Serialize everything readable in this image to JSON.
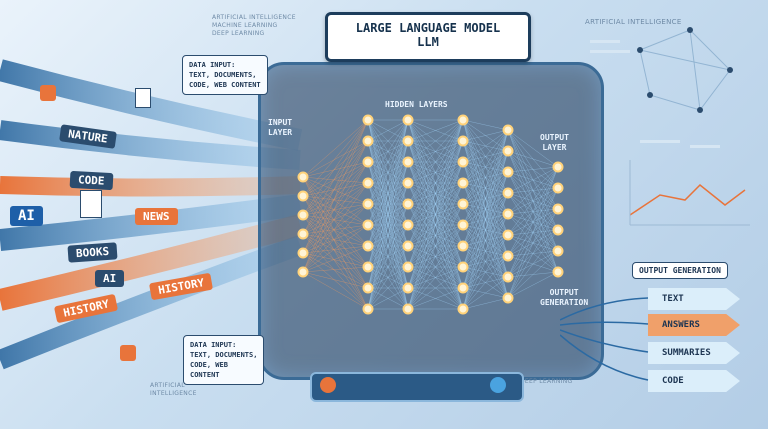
{
  "title": {
    "line1": "LARGE LANGUAGE MODEL",
    "line2": "LLM"
  },
  "captions": {
    "top_small": [
      "ARTIFICIAL INTELLIGENCE",
      "MACHINE LEARNING",
      "DEEP LEARNING"
    ],
    "top_right": "ARTIFICIAL INTELLIGENCE",
    "bottom_left": [
      "ARTIFICIAL",
      "INTELLIGENCE"
    ],
    "bottom_right": "DEEP LEARNING"
  },
  "data_input_top": {
    "heading": "DATA INPUT:",
    "body": [
      "TEXT, DOCUMENTS,",
      "CODE, WEB CONTENT"
    ]
  },
  "data_input_bottom": {
    "heading": "DATA INPUT:",
    "body": [
      "TEXT, DOCUMENTS,",
      "CODE, WEB",
      "CONTENT"
    ]
  },
  "layers": {
    "input": [
      "INPUT",
      "LAYER"
    ],
    "hidden": "HIDDEN LAYERS",
    "output": [
      "OUTPUT",
      "LAYER"
    ],
    "output_generation": [
      "OUTPUT",
      "GENERATION"
    ]
  },
  "input_streams": [
    {
      "label": "NATURE",
      "color": "#2b4c6e"
    },
    {
      "label": "CODE",
      "color": "#2b4c6e"
    },
    {
      "label": "AI",
      "color": "#1e5fa8"
    },
    {
      "label": "NEWS",
      "color": "#e8743b"
    },
    {
      "label": "BOOKS",
      "color": "#2b4c6e"
    },
    {
      "label": "AI",
      "color": "#2b4c6e"
    },
    {
      "label": "HISTORY",
      "color": "#e8743b"
    },
    {
      "label": "HISTORY",
      "color": "#e8743b"
    }
  ],
  "output_panel": {
    "title": "OUTPUT GENERATION",
    "items": [
      {
        "label": "TEXT",
        "color": "#dbeefa"
      },
      {
        "label": "ANSWERS",
        "color": "#f0a06a"
      },
      {
        "label": "SUMMARIES",
        "color": "#dbeefa"
      },
      {
        "label": "CODE",
        "color": "#dbeefa"
      }
    ]
  },
  "colors": {
    "navy": "#1d3d5c",
    "orange": "#e8743b",
    "node": "#fff4d6",
    "glow": "#ffd27a"
  }
}
